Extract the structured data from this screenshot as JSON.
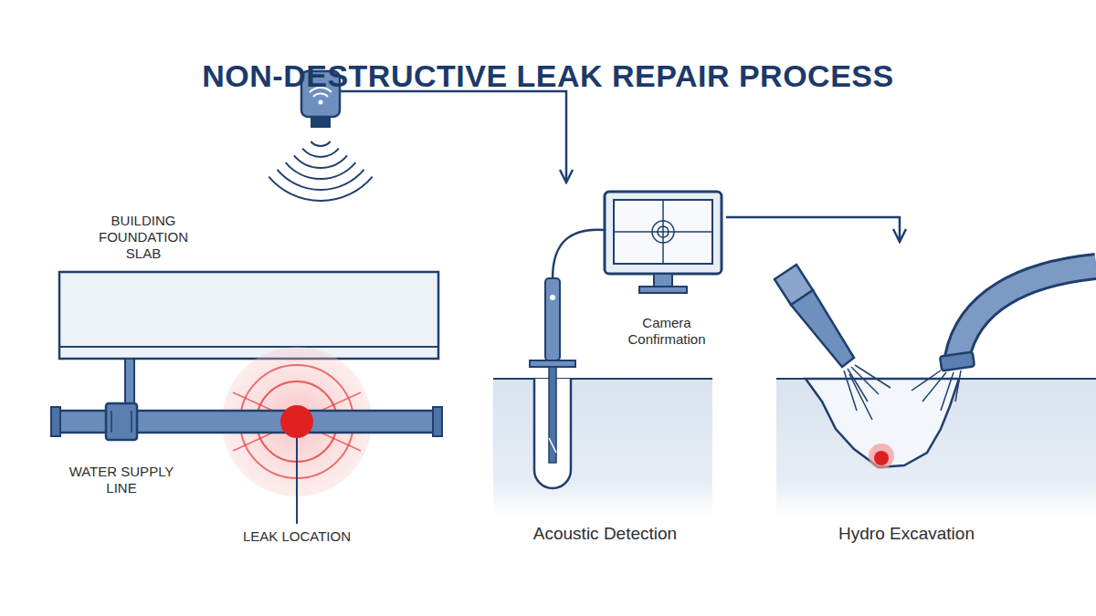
{
  "diagram": {
    "title": "NON-DESTRUCTIVE LEAK REPAIR PROCESS",
    "nodes": [
      {
        "text": [
          "BUILDING FOUNDATION SLAB"
        ]
      },
      {
        "text": [
          "Acoustic Detection"
        ]
      },
      {
        "text": [
          "Camera Confirmation"
        ],
        "in": 1
      },
      {
        "text": [
          "Hydro Excavation"
        ]
      }
    ],
    "edges": [
      {
        "from": 0,
        "to": 1,
        "arrow": "to"
      },
      {
        "from": 2,
        "to": 3,
        "arrow": "to"
      }
    ],
    "labels": [
      "WATER SUPPLY LINE",
      "LEAK LOCATION"
    ]
  }
}
